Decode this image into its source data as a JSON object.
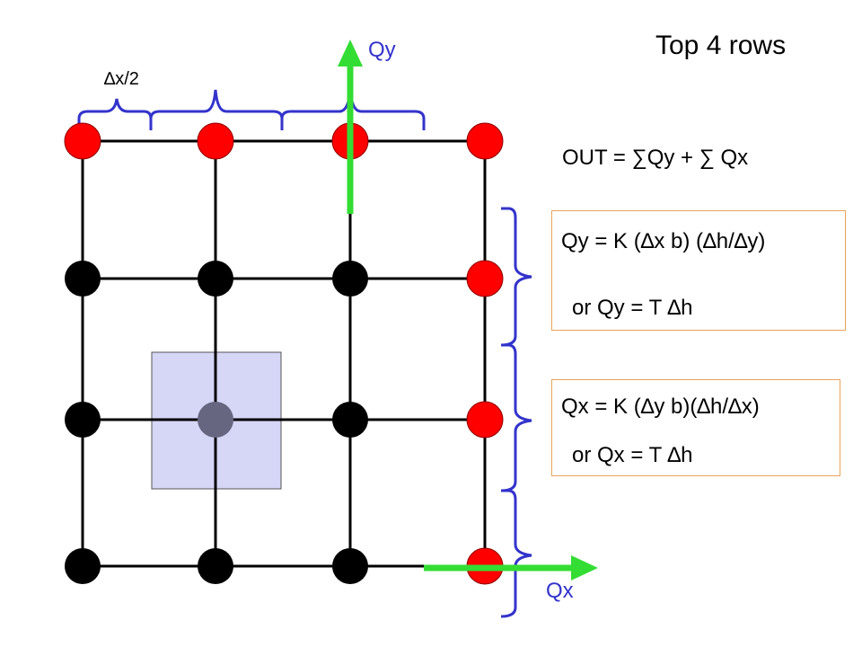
{
  "title": "Top 4 rows",
  "arrows": {
    "qy_label": "Qy",
    "qx_label": "Qx",
    "color": "#33dd33"
  },
  "spacing_label": "∆x/2",
  "out_equation": "OUT = ∑Qy + ∑ Qx",
  "qy_box": {
    "line1": "Qy = K (∆x b) (∆h/∆y)",
    "line2": "or Qy = T ∆h"
  },
  "qx_box": {
    "line1": "Qx = K (∆y b)(∆h/∆x)",
    "line2": "or Qx = T ∆h"
  },
  "colors": {
    "boundary_node": "#ff0000",
    "interior_node": "#000000",
    "center_node": "#666680",
    "cell_fill": "#d6d6f7",
    "brace": "#3333cc",
    "box_border": "#e8a35a"
  }
}
